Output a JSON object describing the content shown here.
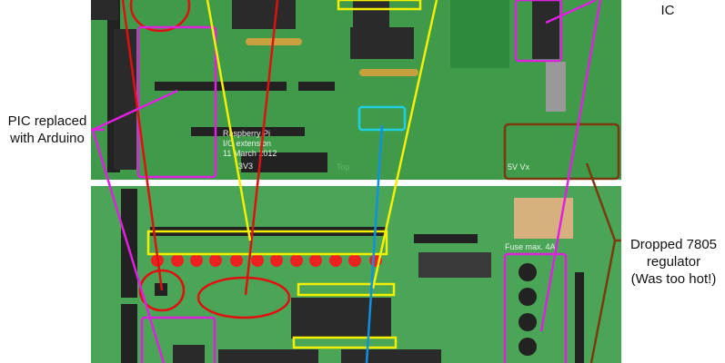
{
  "annotations": {
    "ic": "IC",
    "pic_line1": "PIC replaced",
    "pic_line2": "with Arduino",
    "reg_line1": "Dropped 7805",
    "reg_line2": "regulator",
    "reg_line3": "(Was too hot!)"
  },
  "board_silkscreen": {
    "title1": "Raspberry Pi",
    "title2": "I/O extension",
    "title3": "11 March 2012",
    "v3": "3V3",
    "top": "Top",
    "fuse": "Fuse max. 4A",
    "vx": "5V  Vx"
  },
  "colors": {
    "board": "#3f9a4a",
    "red": "#e01010",
    "yellow": "#f5f000",
    "magenta": "#e020e0",
    "cyan": "#20d0e0",
    "brown": "#7a3a10",
    "blue": "#1090e0"
  }
}
